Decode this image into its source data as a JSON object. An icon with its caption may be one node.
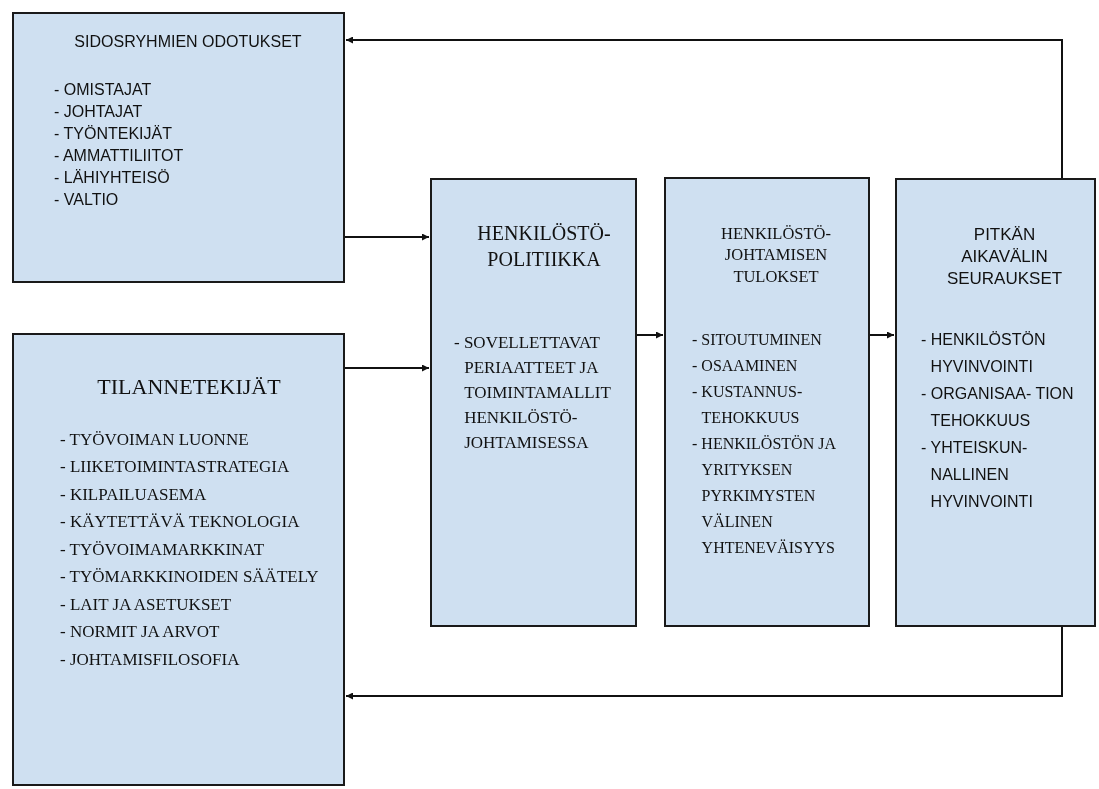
{
  "diagram": {
    "nodes": [
      {
        "text": [
          "SIDOSRYHMIEN ODOTUKSET",
          "- OMISTAJAT",
          "- JOHTAJAT",
          "- TYÖNTEKIJÄT",
          "- AMMATTILIITOT",
          "- LÄHIYHTEISÖ",
          "- VALTIO"
        ]
      },
      {
        "text": [
          "TILANNETEKIJÄT",
          "- TYÖVOIMAN LUONNE",
          "- LIIKETOIMINTASTRATEGIA",
          "- KILPAILUASEMA",
          "- KÄYTETTÄVÄ TEKNOLOGIA",
          "- TYÖVOIMAMARKKINAT",
          "- TYÖMARKKINOIDEN SÄÄTELY",
          "- LAIT JA ASETUKSET",
          "- NORMIT JA ARVOT",
          "- JOHTAMISFILOSOFIA"
        ]
      },
      {
        "text": [
          "HENKILÖSTÖ- POLITIIKKA",
          "- SOVELLETTAVAT PERIAATTEET JA TOIMINTAMALLIT HENKILÖSTÖ- JOHTAMISESSA"
        ]
      },
      {
        "text": [
          "HENKILÖSTÖ- JOHTAMISEN TULOKSET",
          "- SITOUTUMINEN",
          "- OSAAMINEN",
          "- KUSTANNUS- TEHOKKUUS",
          "- HENKILÖSTÖN JA YRITYKSEN PYRKIMYSTEN VÄLINEN YHTENEVÄISYYS"
        ]
      },
      {
        "text": [
          "PITKÄN AIKAVÄLIN SEURAUKSET",
          "- HENKILÖSTÖN HYVINVOINTI",
          "- ORGANISAA- TION TEHOKKUUS",
          "- YHTEISKUN- NALLINEN HYVINVOINTI"
        ]
      }
    ],
    "edges": [
      {
        "from": 0,
        "to": 2,
        "arrow": "to"
      },
      {
        "from": 1,
        "to": 2,
        "arrow": "to"
      },
      {
        "from": 2,
        "to": 3,
        "arrow": "to"
      },
      {
        "from": 3,
        "to": 4,
        "arrow": "to"
      },
      {
        "from": 4,
        "to": 0,
        "arrow": "to"
      },
      {
        "from": 4,
        "to": 1,
        "arrow": "to"
      }
    ]
  }
}
